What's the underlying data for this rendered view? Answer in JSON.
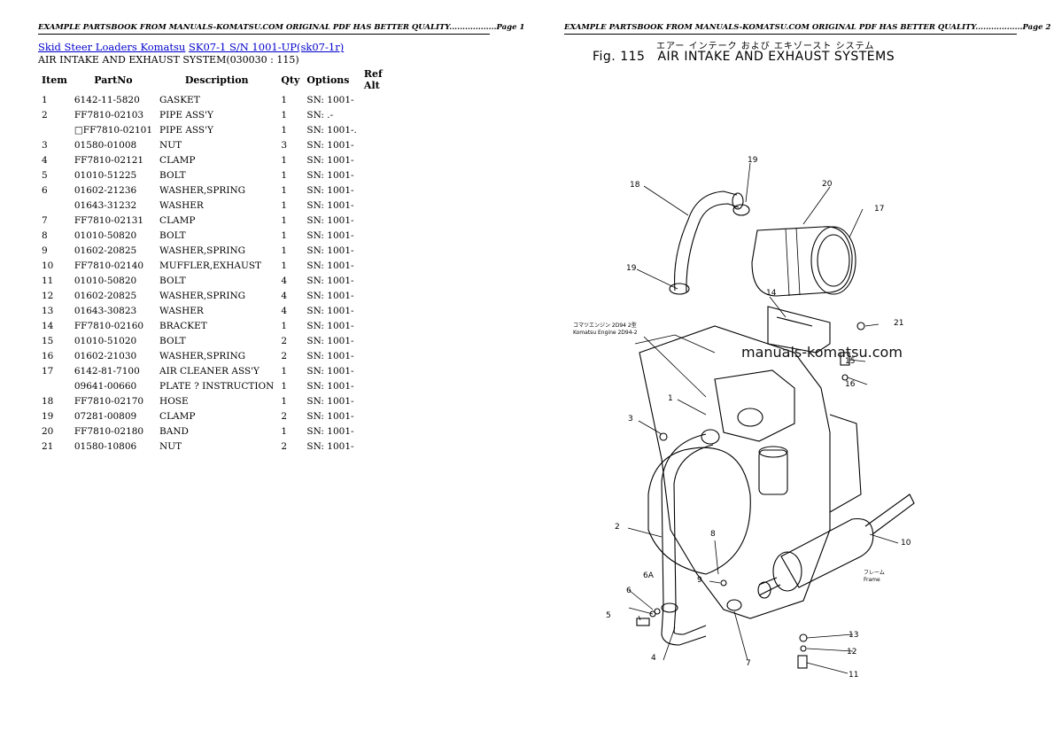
{
  "page_headers": {
    "left": "EXAMPLE PARTSBOOK FROM MANUALS-KOMATSU.COM ORIGINAL PDF HAS BETTER QUALITY..................Page 1",
    "right": "EXAMPLE PARTSBOOK FROM MANUALS-KOMATSU.COM ORIGINAL PDF HAS BETTER QUALITY..................Page 2"
  },
  "breadcrumb": {
    "link1": "Skid Steer Loaders Komatsu",
    "link2": "SK07-1 S/N 1001-UP(sk07-1r)"
  },
  "section_title": "AIR INTAKE AND EXHAUST SYSTEM(030030 : 115)",
  "table": {
    "headers": {
      "item": "Item",
      "partno": "PartNo",
      "description": "Description",
      "qty": "Qty",
      "options": "Options",
      "ref_alt": "Ref Alt"
    },
    "rows": [
      {
        "item": "1",
        "partno": "6142-11-5820",
        "description": "GASKET",
        "qty": "1",
        "options": "SN: 1001-"
      },
      {
        "item": "2",
        "partno": "FF7810-02103",
        "description": "PIPE ASS'Y",
        "qty": "1",
        "options": "SN: .-"
      },
      {
        "item": "",
        "partno": "□FF7810-02101",
        "description": "PIPE ASS'Y",
        "qty": "1",
        "options": "SN: 1001-."
      },
      {
        "item": "3",
        "partno": "01580-01008",
        "description": "NUT",
        "qty": "3",
        "options": "SN: 1001-"
      },
      {
        "item": "4",
        "partno": "FF7810-02121",
        "description": "CLAMP",
        "qty": "1",
        "options": "SN: 1001-"
      },
      {
        "item": "5",
        "partno": "01010-51225",
        "description": "BOLT",
        "qty": "1",
        "options": "SN: 1001-"
      },
      {
        "item": "6",
        "partno": "01602-21236",
        "description": "WASHER,SPRING",
        "qty": "1",
        "options": "SN: 1001-"
      },
      {
        "item": "",
        "partno": "01643-31232",
        "description": "WASHER",
        "qty": "1",
        "options": "SN: 1001-"
      },
      {
        "item": "7",
        "partno": "FF7810-02131",
        "description": "CLAMP",
        "qty": "1",
        "options": "SN: 1001-"
      },
      {
        "item": "8",
        "partno": "01010-50820",
        "description": "BOLT",
        "qty": "1",
        "options": "SN: 1001-"
      },
      {
        "item": "9",
        "partno": "01602-20825",
        "description": "WASHER,SPRING",
        "qty": "1",
        "options": "SN: 1001-"
      },
      {
        "item": "10",
        "partno": "FF7810-02140",
        "description": "MUFFLER,EXHAUST",
        "qty": "1",
        "options": "SN: 1001-"
      },
      {
        "item": "11",
        "partno": "01010-50820",
        "description": "BOLT",
        "qty": "4",
        "options": "SN: 1001-"
      },
      {
        "item": "12",
        "partno": "01602-20825",
        "description": "WASHER,SPRING",
        "qty": "4",
        "options": "SN: 1001-"
      },
      {
        "item": "13",
        "partno": "01643-30823",
        "description": "WASHER",
        "qty": "4",
        "options": "SN: 1001-"
      },
      {
        "item": "14",
        "partno": "FF7810-02160",
        "description": "BRACKET",
        "qty": "1",
        "options": "SN: 1001-"
      },
      {
        "item": "15",
        "partno": "01010-51020",
        "description": "BOLT",
        "qty": "2",
        "options": "SN: 1001-"
      },
      {
        "item": "16",
        "partno": "01602-21030",
        "description": "WASHER,SPRING",
        "qty": "2",
        "options": "SN: 1001-"
      },
      {
        "item": "17",
        "partno": "6142-81-7100",
        "description": "AIR CLEANER ASS'Y",
        "qty": "1",
        "options": "SN: 1001-"
      },
      {
        "item": "",
        "partno": "09641-00660",
        "description": "PLATE ? INSTRUCTION",
        "qty": "1",
        "options": "SN: 1001-"
      },
      {
        "item": "18",
        "partno": "FF7810-02170",
        "description": "HOSE",
        "qty": "1",
        "options": "SN: 1001-"
      },
      {
        "item": "19",
        "partno": "07281-00809",
        "description": "CLAMP",
        "qty": "2",
        "options": "SN: 1001-"
      },
      {
        "item": "20",
        "partno": "FF7810-02180",
        "description": "BAND",
        "qty": "1",
        "options": "SN: 1001-"
      },
      {
        "item": "21",
        "partno": "01580-10806",
        "description": "NUT",
        "qty": "2",
        "options": "SN: 1001-"
      }
    ]
  },
  "figure": {
    "jp_title": "エアー インテーク および エキゾースト システム",
    "fig_no": "Fig. 115",
    "title": "AIR INTAKE AND EXHAUST SYSTEMS",
    "watermark": "manuals-komatsu.com",
    "engine_note_jp": "コマツエンジン 2D94 2型",
    "engine_note": "Komatsu Engine 2D94-2",
    "frame_jp": "フレーム",
    "frame": "Frame",
    "callouts": [
      "1",
      "2",
      "3",
      "4",
      "5",
      "6",
      "6A",
      "7",
      "8",
      "9",
      "10",
      "11",
      "12",
      "13",
      "14",
      "15",
      "16",
      "17",
      "18",
      "19",
      "19",
      "20",
      "21"
    ]
  }
}
